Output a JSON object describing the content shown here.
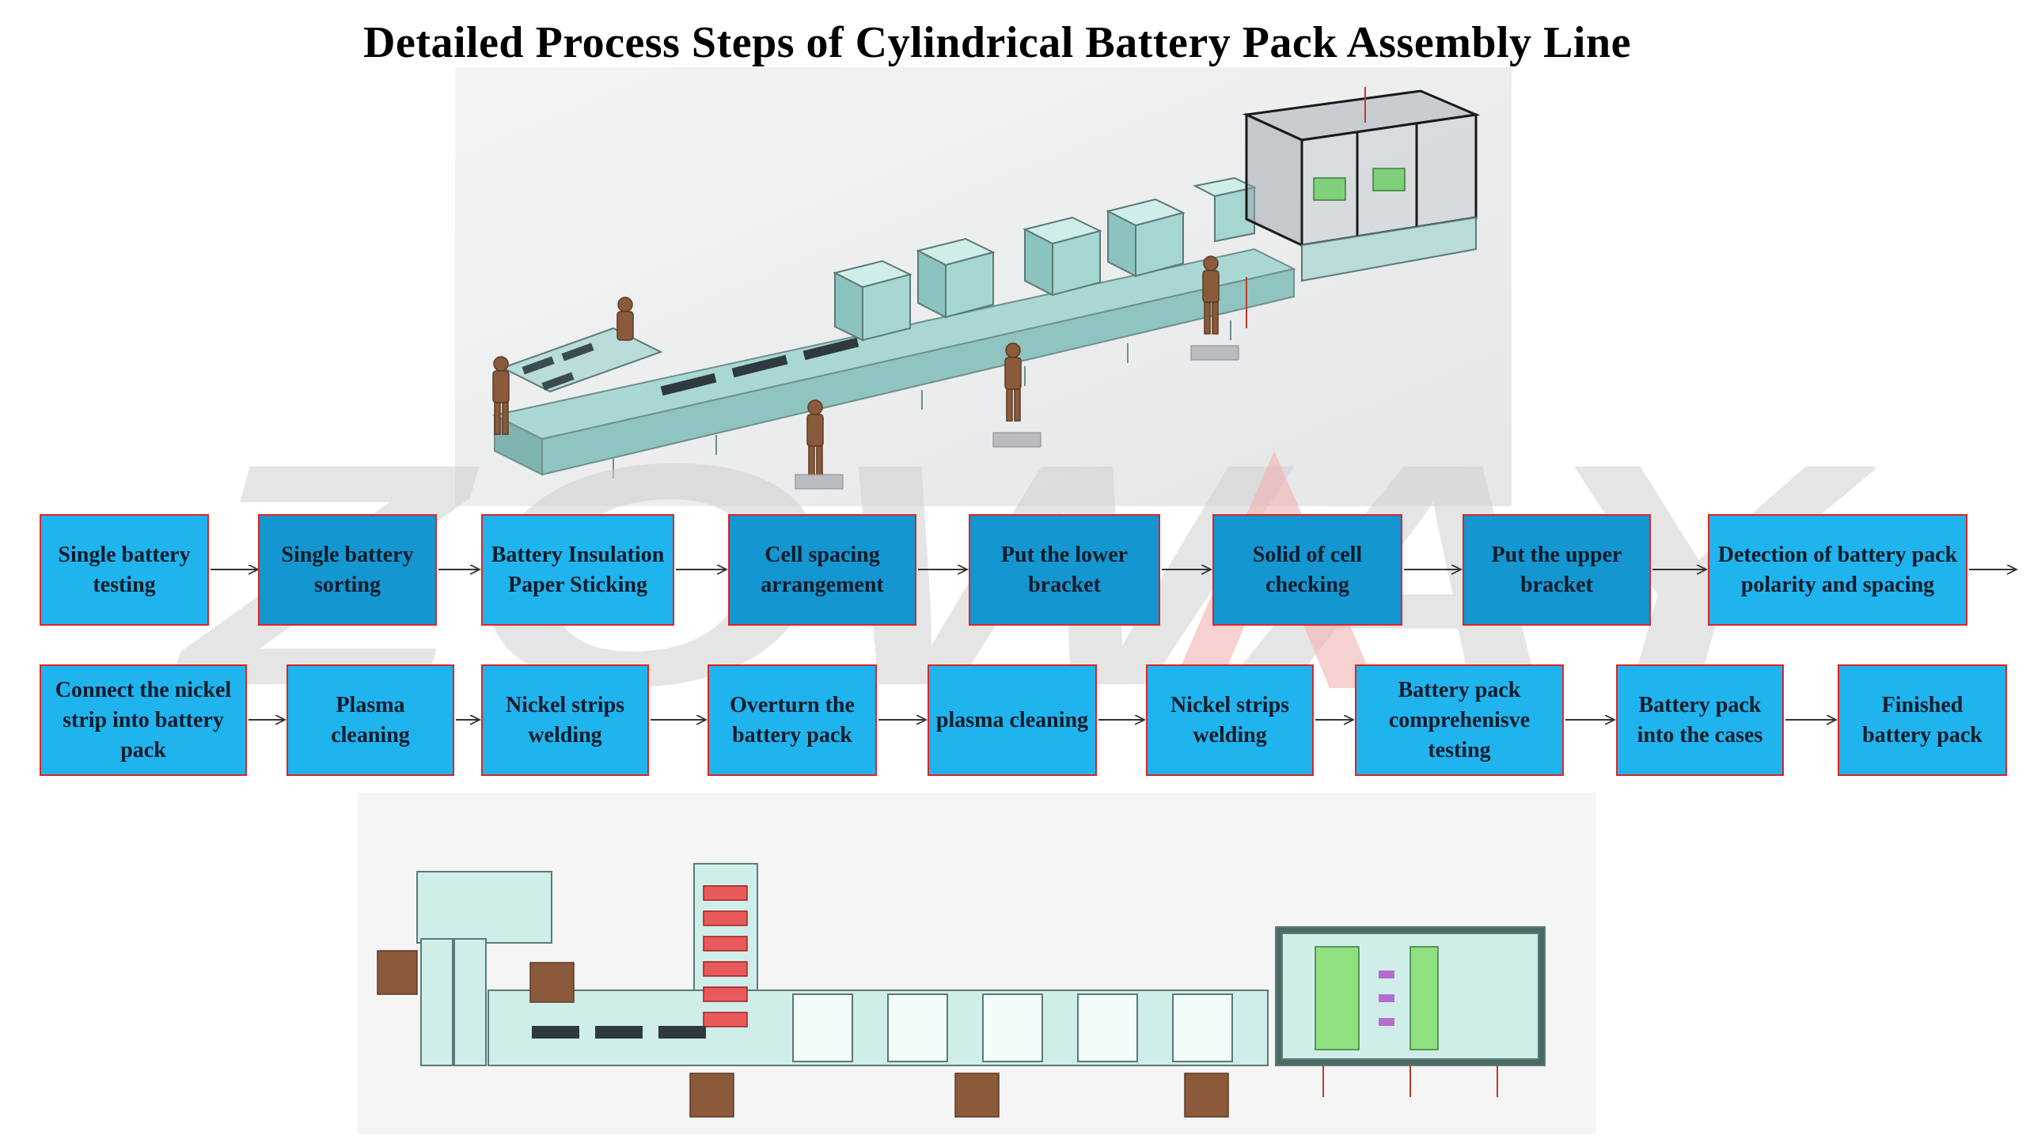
{
  "title": "Detailed Process Steps of Cylindrical Battery Pack Assembly Line",
  "watermark": "ZOWAY",
  "colors": {
    "box_fill": "#1fb4ee",
    "box_fill_dark": "#1496d0",
    "box_border": "#e02424",
    "arrow": "#333333",
    "machine_frame": "#bfe6e6",
    "watermark_grey": "#d0d0d0",
    "watermark_red": "#f2b0b0"
  },
  "row1_steps": [
    {
      "label": "Single battery testing"
    },
    {
      "label": "Single battery sorting"
    },
    {
      "label": "Battery Insulation Paper Sticking"
    },
    {
      "label": "Cell spacing arrangement"
    },
    {
      "label": "Put the lower bracket"
    },
    {
      "label": "Solid of cell checking"
    },
    {
      "label": "Put the upper bracket"
    },
    {
      "label": "Detection of battery pack polarity and spacing"
    }
  ],
  "row2_steps": [
    {
      "label": "Connect the nickel strip into battery pack"
    },
    {
      "label": "Plasma cleaning"
    },
    {
      "label": "Nickel strips welding"
    },
    {
      "label": "Overturn the battery pack"
    },
    {
      "label": "plasma cleaning"
    },
    {
      "label": "Nickel strips welding"
    },
    {
      "label": "Battery pack comprehenisve testing"
    },
    {
      "label": "Battery pack into the cases"
    },
    {
      "label": "Finished battery pack"
    }
  ]
}
